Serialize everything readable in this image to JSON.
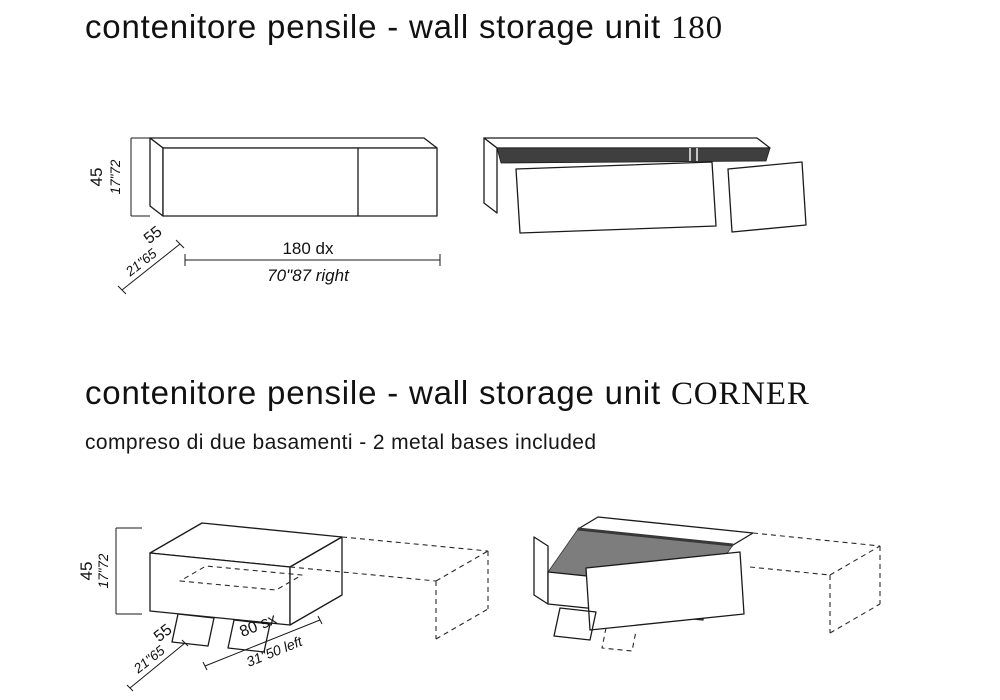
{
  "page": {
    "background": "#ffffff",
    "line_color": "#1a1a1a"
  },
  "section_180": {
    "title": "contenitore pensile - wall storage unit",
    "unit": "180",
    "dimensions": {
      "height_cm": "45",
      "height_in": "17\"72",
      "depth_cm": "55",
      "depth_in": "21\"65",
      "width_label": "180 dx",
      "width_in": "70\"87 right"
    }
  },
  "section_corner": {
    "title": "contenitore pensile - wall storage unit",
    "unit": "CORNER",
    "subtitle": "compreso di due basamenti - 2 metal bases included",
    "dimensions": {
      "height_cm": "45",
      "height_in": "17\"72",
      "depth_cm": "55",
      "depth_in": "21\"65",
      "width_label": "80 sx",
      "width_in": "31\"50 left"
    }
  },
  "colors": {
    "interior_dark": "#3f3f3f",
    "interior_gray": "#7d7d7d"
  }
}
